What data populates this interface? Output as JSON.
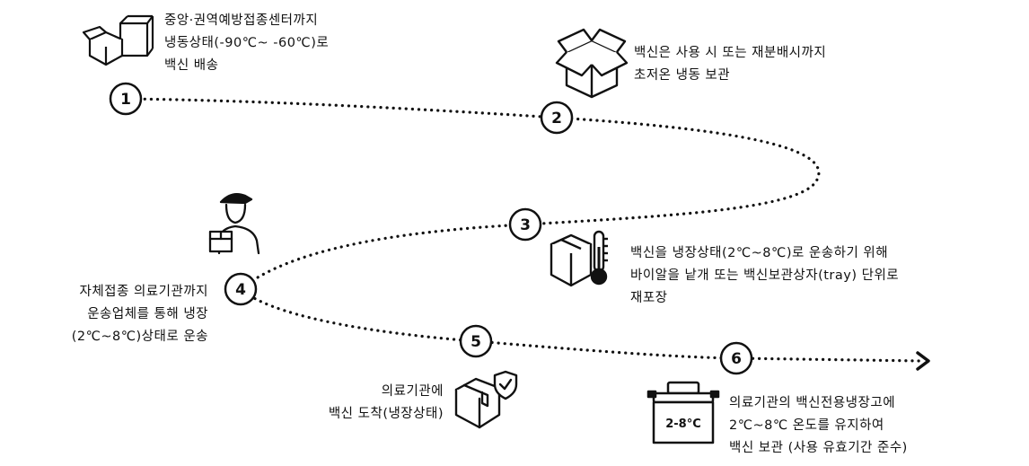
{
  "colors": {
    "ink": "#111111",
    "background": "#ffffff"
  },
  "steps": [
    {
      "number": "1",
      "icon": "stacked-boxes-icon",
      "lines": [
        "중앙·권역예방접종센터까지",
        "냉동상태(-90℃~ -60℃)로",
        "백신 배송"
      ]
    },
    {
      "number": "2",
      "icon": "open-box-icon",
      "lines": [
        "백신은 사용 시 또는 재분배시까지",
        "초저온 냉동 보관"
      ]
    },
    {
      "number": "3",
      "icon": "box-thermometer-icon",
      "lines": [
        "백신을 냉장상태(2℃~8℃)로 운송하기 위해",
        "바이알을 낱개 또는 백신보관상자(tray) 단위로",
        "재포장"
      ]
    },
    {
      "number": "4",
      "icon": "delivery-person-icon",
      "lines": [
        "자체접종 의료기관까지",
        "운송업체를 통해 냉장",
        "(2℃~8℃)상태로 운송"
      ]
    },
    {
      "number": "5",
      "icon": "box-shield-icon",
      "lines": [
        "의료기관에",
        "백신 도착(냉장상태)"
      ]
    },
    {
      "number": "6",
      "icon": "refrigerator-icon",
      "fridge_label": "2-8°C",
      "lines": [
        "의료기관의 백신전용냉장고에",
        "2℃~8℃ 온도를 유지하여",
        "백신 보관 (사용 유효기간 준수)"
      ]
    }
  ]
}
